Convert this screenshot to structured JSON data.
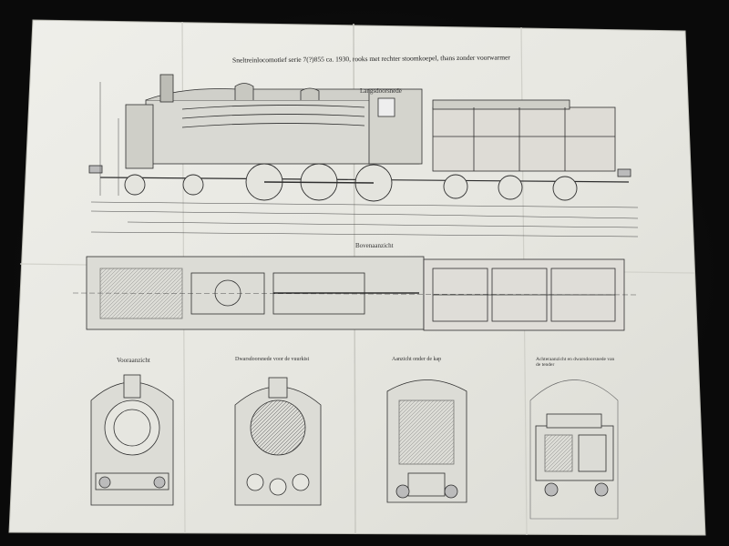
{
  "title": "Sneltreinlocomotief serie 7(?)855 ca. 1930, rooks met rechter stoomkoepel, thans zonder voorwarmer",
  "views": {
    "side": "Langsdoorsnede",
    "plan": "Bovenaanzicht",
    "front": "Vooraanzicht",
    "section_firebox": "Dwarsdoorsnede voor de vuurkist",
    "section_cab": "Aanzicht onder de kap",
    "rear": "Achteraanzicht en dwarsdoorsnede van de tender"
  },
  "colors": {
    "paper": "#e9e9e4",
    "paper_shadow": "#d6d6cf",
    "ink": "#2e2e2e",
    "background": "#0d0d0d"
  }
}
